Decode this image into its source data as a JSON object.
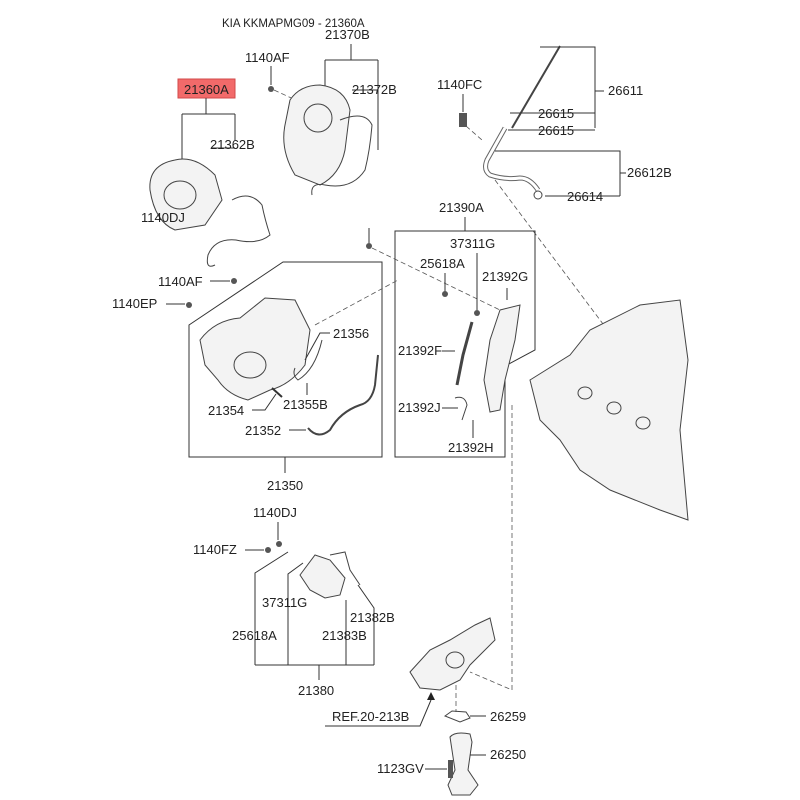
{
  "header": {
    "title": "KIA KKMAPMG09 - 21360A"
  },
  "highlight_color": "#f26a6a",
  "labels": {
    "p21370B": "21370B",
    "p1140AF_top": "1140AF",
    "p21360A": "21360A",
    "p21372B": "21372B",
    "p21362B": "21362B",
    "p1140FC": "1140FC",
    "p26611": "26611",
    "p26615_a": "26615",
    "p26615_b": "26615",
    "p26612B": "26612B",
    "p26614": "26614",
    "p1140DJ_mid": "1140DJ",
    "p21390A": "21390A",
    "p37311G_mid": "37311G",
    "p25618A_mid": "25618A",
    "p21392G": "21392G",
    "p1140AF_mid": "1140AF",
    "p1140EP": "1140EP",
    "p21356": "21356",
    "p21392F": "21392F",
    "p21354": "21354",
    "p21355B": "21355B",
    "p21392J": "21392J",
    "p21352": "21352",
    "p21392H": "21392H",
    "p21350": "21350",
    "p1140DJ_low": "1140DJ",
    "p1140FZ": "1140FZ",
    "p37311G_low": "37311G",
    "p21382B": "21382B",
    "p25618A_low": "25618A",
    "p21383B": "21383B",
    "p21380": "21380",
    "ref": "REF.20-213B",
    "p26259": "26259",
    "p26250": "26250",
    "p1123GV": "1123GV"
  }
}
